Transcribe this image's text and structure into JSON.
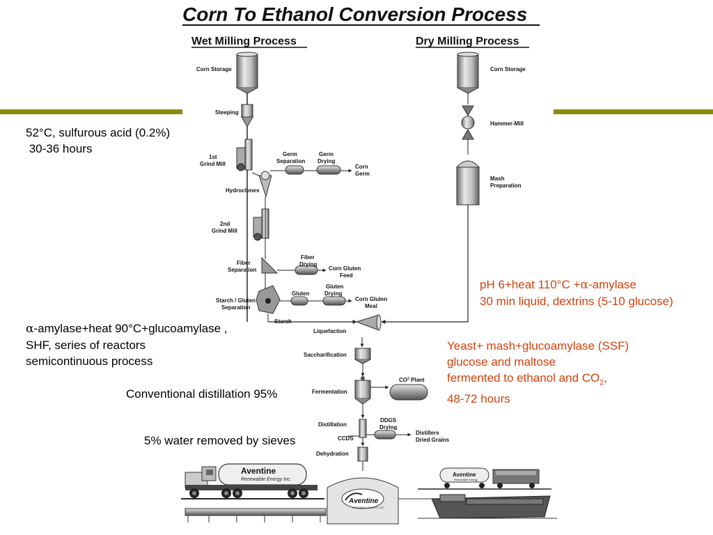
{
  "title": "Corn To Ethanol Conversion Process",
  "wet_heading": "Wet Milling Process",
  "dry_heading": "Dry Milling Process",
  "wet_steps": {
    "corn_storage": "Corn Storage",
    "steeping": "Steeping",
    "grind1_a": "1st",
    "grind1_b": "Grind Mill",
    "germ_sep_a": "Germ",
    "germ_sep_b": "Separation",
    "germ_dry_a": "Germ",
    "germ_dry_b": "Drying",
    "corn_germ_a": "Corn",
    "corn_germ_b": "Germ",
    "hydroclones": "Hydroclones",
    "grind2_a": "2nd",
    "grind2_b": "Grind Mill",
    "fiber_sep_a": "Fiber",
    "fiber_sep_b": "Separation",
    "fiber_dry_a": "Fiber",
    "fiber_dry_b": "Drying",
    "cgf_a": "Corn Gluten",
    "cgf_b": "Feed",
    "sg_sep_a": "Starch / Gluten",
    "sg_sep_b": "Separation",
    "gluten": "Gluten",
    "gluten_dry_a": "Gluten",
    "gluten_dry_b": "Drying",
    "cgm_a": "Corn Gluten",
    "cgm_b": "Meal",
    "starch": "Starch"
  },
  "dry_steps": {
    "corn_storage": "Corn Storage",
    "hammer_mill": "Hammer-Mill",
    "mash_a": "Mash",
    "mash_b": "Preparation"
  },
  "common_steps": {
    "liquefaction": "Liquefaction",
    "saccharification": "Saccharification",
    "fermentation": "Fermentation",
    "co2_plant_base": "CO",
    "co2_plant_sup": "2",
    "co2_plant_rest": " Plant",
    "distillation": "Distillation",
    "ccds": "CCDS",
    "ddgs_a": "DDGS",
    "ddgs_b": "Drying",
    "ddg_a": "Distillers",
    "ddg_b": "Dried Grains",
    "dehydration": "Dehydration"
  },
  "branding": {
    "truck_name": "Aventine",
    "truck_sub": "Renewable Energy Inc.",
    "tank_name": "Aventine",
    "tank_sub": "RENEWABLE ENERGY, INC.",
    "rail_name": "Aventine",
    "rail_sub": "Renewable Energy"
  },
  "notes": {
    "steeping_line1": "52°C, sulfurous acid (0.2%)",
    "steeping_line2": " 30-36 hours",
    "liq_line1_prefix": "α",
    "liq_line1_rest": "-amylase+heat 90°C+glucoamylase ,",
    "liq_line2": "SHF, series of reactors",
    "liq_line3": "semicontinuous process",
    "distillation": "Conventional distillation 95%",
    "sieves": "5% water removed by sieves",
    "dry_line1_prefix": "pH 6+heat 110°C +",
    "dry_line1_alpha": "α",
    "dry_line1_rest": "-amylase",
    "dry_line2": "30 min liquid, dextrins (5-10 glucose)",
    "ssf_line1": "Yeast+ mash+glucoamylase (SSF)",
    "ssf_line2": "glucose and maltose",
    "ssf_line3_prefix": "fermented to ethanol and CO",
    "ssf_line3_sub": "2",
    "ssf_line3_suffix": ",",
    "ssf_line4": "48-72 hours"
  },
  "colors": {
    "accent_bar": "#8b8b12",
    "annotation_red": "#d4400a",
    "text": "#000000"
  }
}
